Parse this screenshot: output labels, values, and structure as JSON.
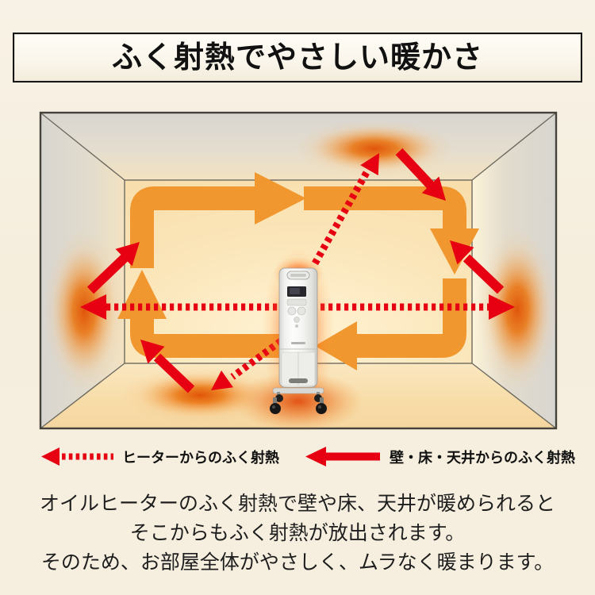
{
  "page": {
    "title": "ふく射熱でやさしい暖かさ"
  },
  "legend": {
    "items": [
      {
        "icon": "dotted-arrow-left-icon",
        "label": "ヒーターからのふく射熱"
      },
      {
        "icon": "solid-arrow-left-icon",
        "label": "壁・床・天井からのふく射熱"
      }
    ]
  },
  "description": {
    "lines": [
      "オイルヒーターのふく射熱で壁や床、天井が暖められると",
      "そこからもふく射熱が放出されます。",
      "そのため、お部屋全体がやさしく、ムラなく暖まります。"
    ]
  },
  "colors": {
    "accent_red": "#e60012",
    "convection_orange": "#f0982f",
    "background": "#f6efe0"
  },
  "diagram": {
    "type": "room-heat-circulation-illustration",
    "elements": [
      "room-interior",
      "oil-heater",
      "convection-loop-arrows",
      "radiant-heat-dotted-arrows",
      "wall-heat-solid-arrows",
      "heat-glow-spots"
    ]
  }
}
